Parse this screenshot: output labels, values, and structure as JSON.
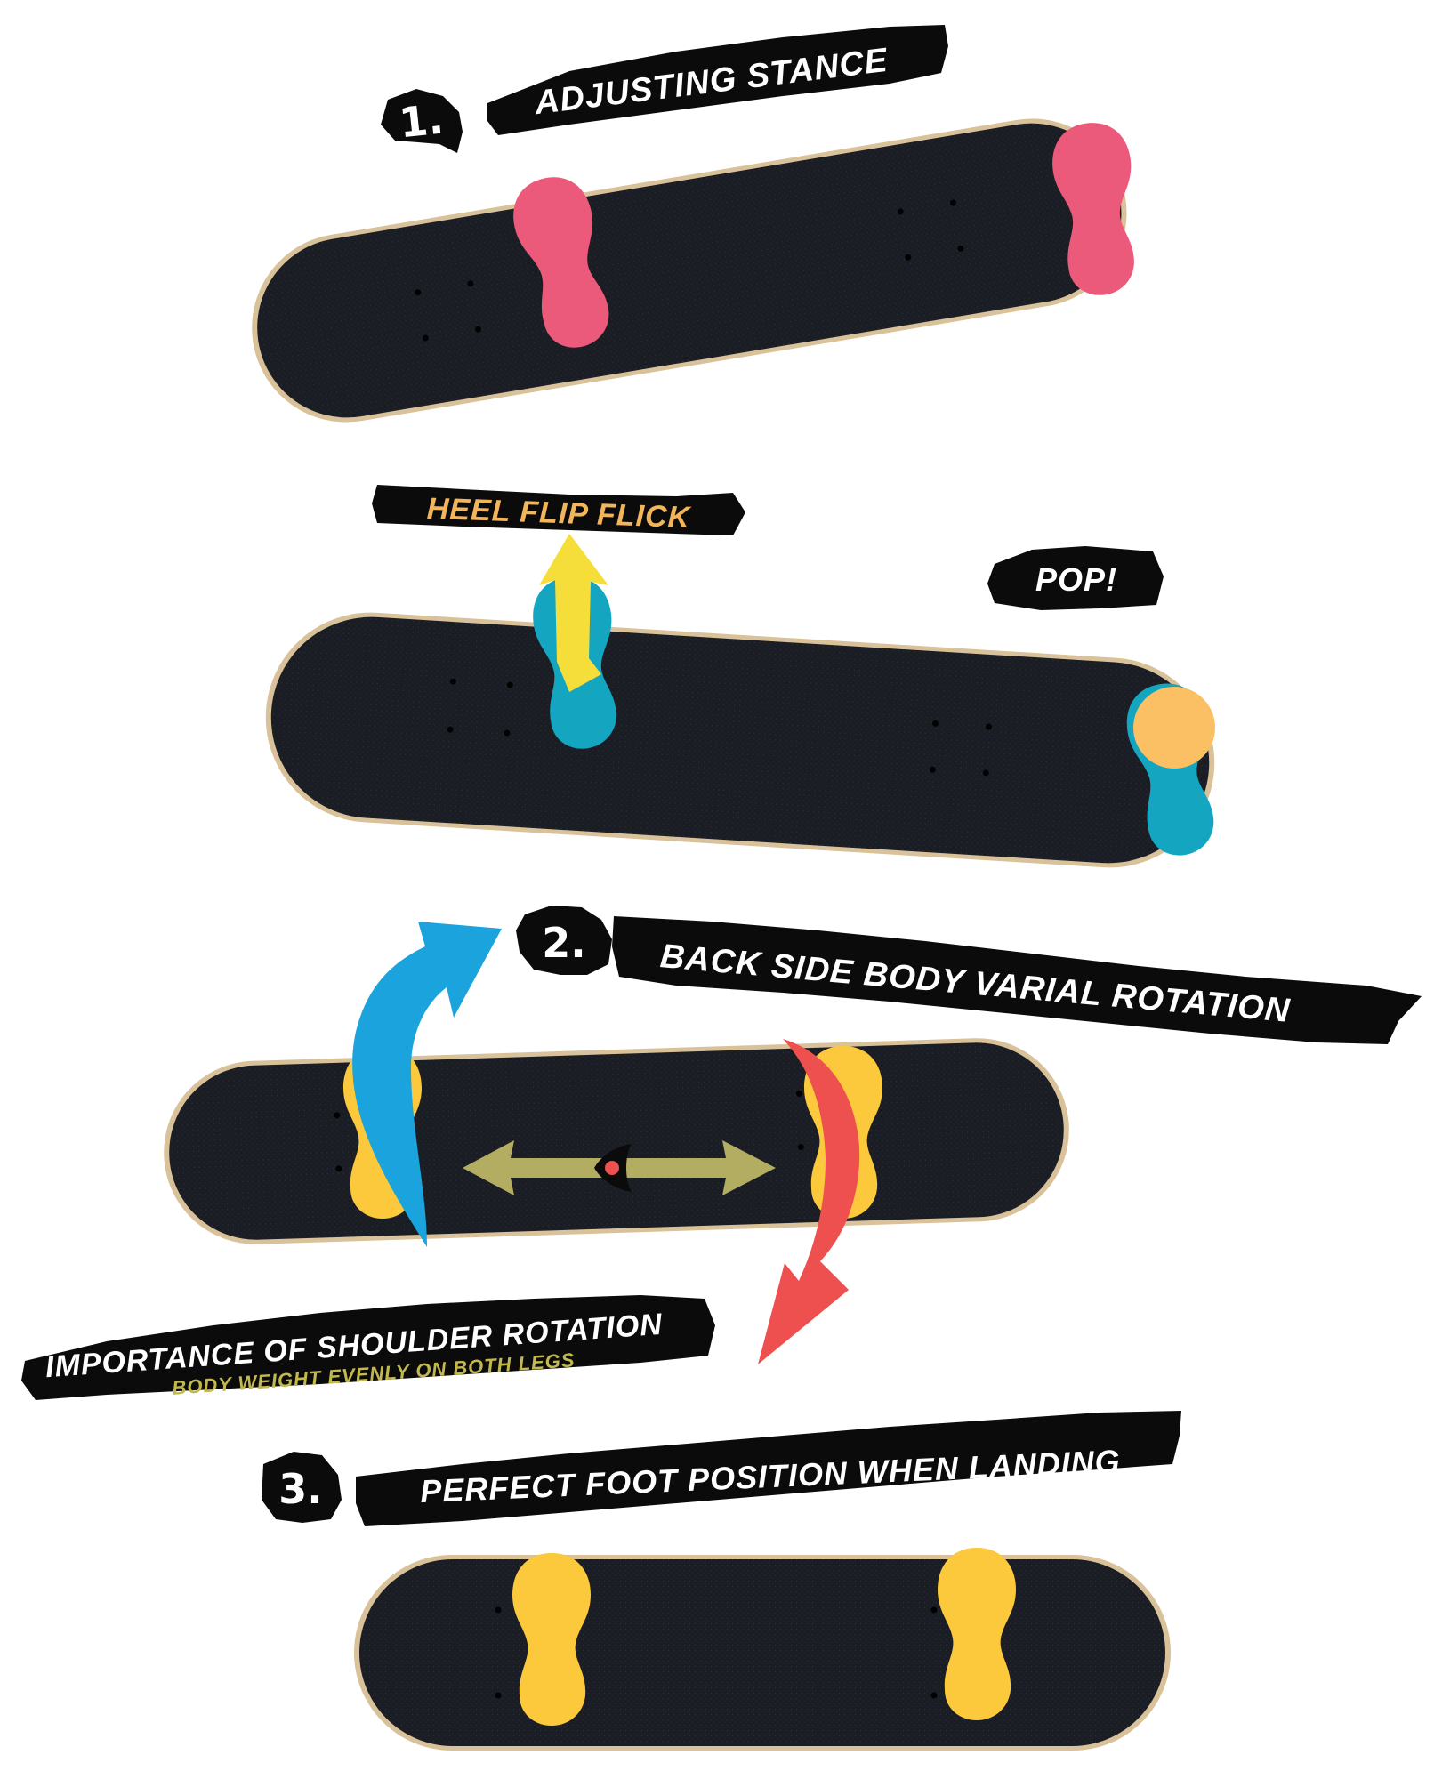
{
  "colors": {
    "brush": "#0b0b0b",
    "deck": "#1b1d24",
    "deck_edge": "#d9c29a",
    "white_text": "#ffffff",
    "pink_foot": "#ec5a7b",
    "teal_foot": "#14a6c0",
    "yellow_foot": "#fbc93b",
    "orange_circle": "#fbbf64",
    "yellow_arrow": "#f5de3a",
    "blue_arrow": "#1aa3dc",
    "red_arrow": "#ee5050",
    "olive_arrow": "#b3ad62",
    "heel_text": "#f3b55a",
    "sub_text": "#c2b84e"
  },
  "steps": [
    {
      "number": "1.",
      "title": "ADJUSTING STANCE"
    },
    {
      "number": "2.",
      "title": "BACK SIDE BODY VARIAL ROTATION"
    },
    {
      "number": "3.",
      "title": "PERFECT FOOT POSITION WHEN LANDING"
    }
  ],
  "callouts": {
    "heel_flip": "HEEL FLIP FLICK",
    "pop": "POP!",
    "shoulder": "IMPORTANCE OF SHOULDER ROTATION",
    "body_weight": "BODY WEIGHT EVENLY ON BOTH LEGS"
  },
  "icons": {
    "footprints": "footprint-icon",
    "pop_circle": "pop-circle-icon",
    "flick_arrow": "up-arrow-icon",
    "rotation_arrows": "curved-arrow-icon",
    "balance_arrow": "double-arrow-icon"
  }
}
